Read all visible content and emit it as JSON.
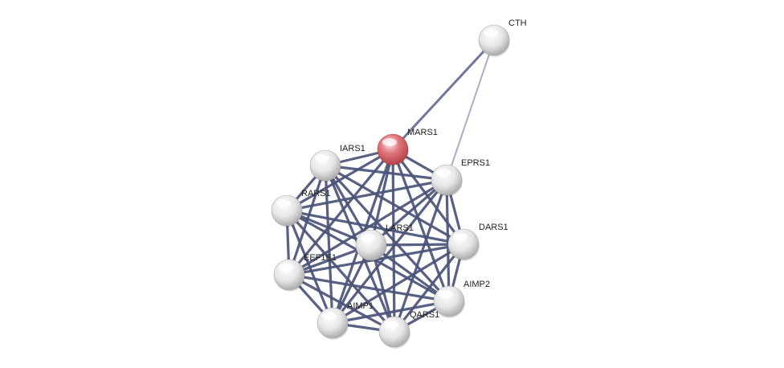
{
  "network": {
    "nodes": [
      {
        "id": "CTH",
        "label": "CTH",
        "query": false
      },
      {
        "id": "MARS1",
        "label": "MARS1",
        "query": true
      },
      {
        "id": "IARS1",
        "label": "IARS1",
        "query": false
      },
      {
        "id": "EPRS1",
        "label": "EPRS1",
        "query": false
      },
      {
        "id": "RARS1",
        "label": "RARS1",
        "query": false
      },
      {
        "id": "LARS1",
        "label": "LARS1",
        "query": false
      },
      {
        "id": "DARS1",
        "label": "DARS1",
        "query": false
      },
      {
        "id": "EEF1E1",
        "label": "EEF1E1",
        "query": false
      },
      {
        "id": "AIMP2",
        "label": "AIMP2",
        "query": false
      },
      {
        "id": "AIMP1",
        "label": "AIMP1",
        "query": false
      },
      {
        "id": "QARS1",
        "label": "QARS1",
        "query": false
      }
    ],
    "edges": [
      {
        "source": "CTH",
        "target": "MARS1",
        "weight": "medium"
      },
      {
        "source": "CTH",
        "target": "EPRS1",
        "weight": "light"
      },
      {
        "source": "MARS1",
        "target": "IARS1",
        "weight": "strong"
      },
      {
        "source": "MARS1",
        "target": "EPRS1",
        "weight": "strong"
      },
      {
        "source": "MARS1",
        "target": "RARS1",
        "weight": "strong"
      },
      {
        "source": "MARS1",
        "target": "LARS1",
        "weight": "strong"
      },
      {
        "source": "MARS1",
        "target": "DARS1",
        "weight": "strong"
      },
      {
        "source": "MARS1",
        "target": "EEF1E1",
        "weight": "strong"
      },
      {
        "source": "MARS1",
        "target": "AIMP2",
        "weight": "strong"
      },
      {
        "source": "MARS1",
        "target": "AIMP1",
        "weight": "strong"
      },
      {
        "source": "MARS1",
        "target": "QARS1",
        "weight": "strong"
      },
      {
        "source": "IARS1",
        "target": "EPRS1",
        "weight": "strong"
      },
      {
        "source": "IARS1",
        "target": "RARS1",
        "weight": "strong"
      },
      {
        "source": "IARS1",
        "target": "LARS1",
        "weight": "strong"
      },
      {
        "source": "IARS1",
        "target": "DARS1",
        "weight": "strong"
      },
      {
        "source": "IARS1",
        "target": "EEF1E1",
        "weight": "strong"
      },
      {
        "source": "IARS1",
        "target": "AIMP2",
        "weight": "strong"
      },
      {
        "source": "IARS1",
        "target": "AIMP1",
        "weight": "strong"
      },
      {
        "source": "IARS1",
        "target": "QARS1",
        "weight": "strong"
      },
      {
        "source": "EPRS1",
        "target": "RARS1",
        "weight": "strong"
      },
      {
        "source": "EPRS1",
        "target": "LARS1",
        "weight": "strong"
      },
      {
        "source": "EPRS1",
        "target": "DARS1",
        "weight": "strong"
      },
      {
        "source": "EPRS1",
        "target": "EEF1E1",
        "weight": "strong"
      },
      {
        "source": "EPRS1",
        "target": "AIMP2",
        "weight": "strong"
      },
      {
        "source": "EPRS1",
        "target": "AIMP1",
        "weight": "strong"
      },
      {
        "source": "EPRS1",
        "target": "QARS1",
        "weight": "strong"
      },
      {
        "source": "RARS1",
        "target": "LARS1",
        "weight": "strong"
      },
      {
        "source": "RARS1",
        "target": "DARS1",
        "weight": "strong"
      },
      {
        "source": "RARS1",
        "target": "EEF1E1",
        "weight": "strong"
      },
      {
        "source": "RARS1",
        "target": "AIMP2",
        "weight": "strong"
      },
      {
        "source": "RARS1",
        "target": "AIMP1",
        "weight": "strong"
      },
      {
        "source": "RARS1",
        "target": "QARS1",
        "weight": "strong"
      },
      {
        "source": "LARS1",
        "target": "DARS1",
        "weight": "strong"
      },
      {
        "source": "LARS1",
        "target": "EEF1E1",
        "weight": "strong"
      },
      {
        "source": "LARS1",
        "target": "AIMP2",
        "weight": "strong"
      },
      {
        "source": "LARS1",
        "target": "AIMP1",
        "weight": "strong"
      },
      {
        "source": "LARS1",
        "target": "QARS1",
        "weight": "strong"
      },
      {
        "source": "DARS1",
        "target": "EEF1E1",
        "weight": "strong"
      },
      {
        "source": "DARS1",
        "target": "AIMP2",
        "weight": "strong"
      },
      {
        "source": "DARS1",
        "target": "AIMP1",
        "weight": "strong"
      },
      {
        "source": "DARS1",
        "target": "QARS1",
        "weight": "strong"
      },
      {
        "source": "EEF1E1",
        "target": "AIMP2",
        "weight": "strong"
      },
      {
        "source": "EEF1E1",
        "target": "AIMP1",
        "weight": "strong"
      },
      {
        "source": "EEF1E1",
        "target": "QARS1",
        "weight": "strong"
      },
      {
        "source": "AIMP2",
        "target": "AIMP1",
        "weight": "strong"
      },
      {
        "source": "AIMP2",
        "target": "QARS1",
        "weight": "strong"
      },
      {
        "source": "AIMP1",
        "target": "QARS1",
        "weight": "strong"
      }
    ]
  },
  "colors": {
    "edge_strong": "#4a5478",
    "edge_medium": "#5f6890",
    "edge_light": "#a4a9c4",
    "node_default": "#e8e8e8",
    "node_default_dark": "#a9a9a9",
    "node_query": "#e0757c",
    "node_query_dark": "#b34048",
    "label": "#222222"
  }
}
